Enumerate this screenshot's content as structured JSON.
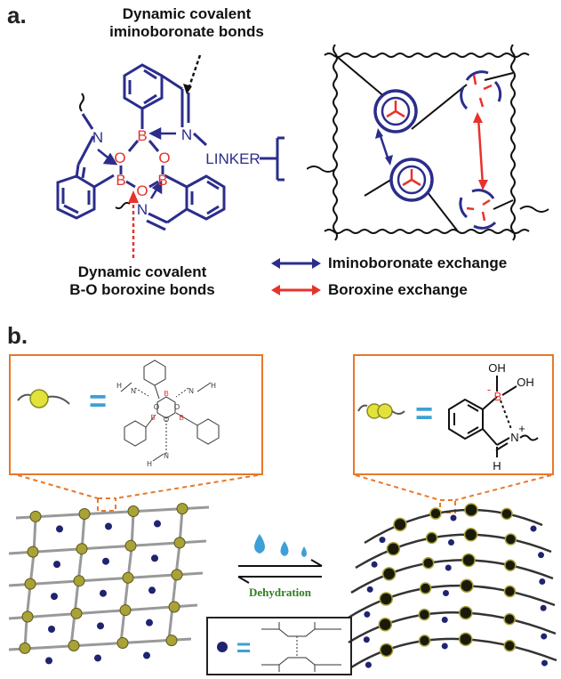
{
  "panel_a": {
    "label": "a.",
    "top_annotation": [
      "Dynamic covalent",
      "iminoboronate bonds"
    ],
    "bottom_annotation": [
      "Dynamic covalent",
      "B-O boroxine bonds"
    ],
    "linker_label": "LINKER",
    "atoms": {
      "B": "B",
      "O": "O",
      "N": "N"
    },
    "legend": [
      {
        "label": "Iminoboronate exchange",
        "color": "#2b2d8c"
      },
      {
        "label": "Boroxine exchange",
        "color": "#e8322c"
      }
    ]
  },
  "panel_b": {
    "label": "b.",
    "process_label": "Dehydration",
    "inset_left": {
      "equals": "=",
      "atom_labels": [
        "B",
        "O",
        "O",
        "O",
        "B",
        "B",
        "N",
        "N",
        "N",
        "H",
        "H",
        "H"
      ]
    },
    "inset_right": {
      "equals": "=",
      "atom_labels": {
        "oh1": "OH",
        "oh2": "OH",
        "b": "B",
        "n": "N",
        "h": "H",
        "minus": "-",
        "plus": "+"
      }
    },
    "bottom_key": {
      "equals": "="
    }
  },
  "colors": {
    "blue": "#2b2d8c",
    "red": "#e8322c",
    "orange": "#e8782a",
    "olive": "#a8a238",
    "sky": "#3da0d6",
    "green": "#2e7d1e"
  }
}
